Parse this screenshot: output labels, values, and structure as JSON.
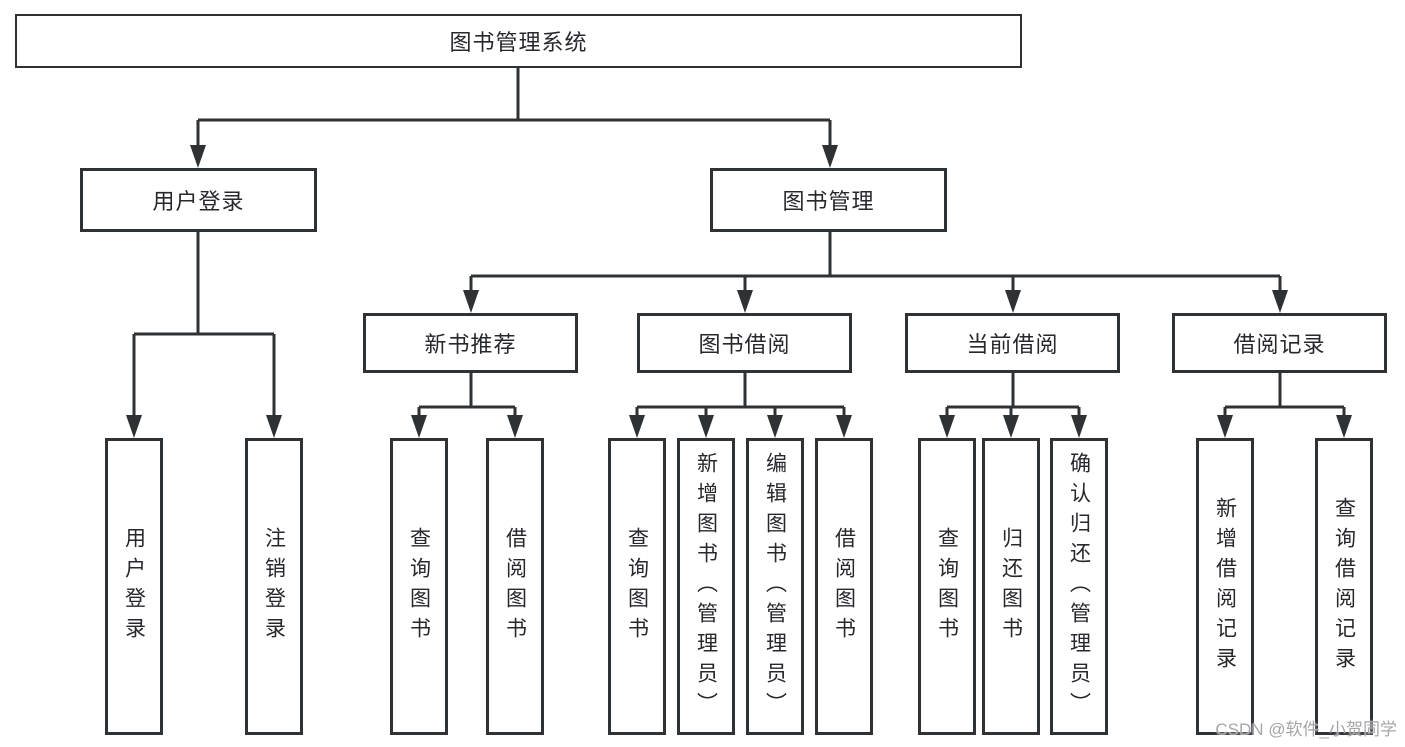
{
  "diagram": {
    "root": {
      "label": "图书管理系统"
    },
    "level2": [
      {
        "label": "用户登录"
      },
      {
        "label": "图书管理"
      }
    ],
    "level3": [
      {
        "label": "新书推荐"
      },
      {
        "label": "图书借阅"
      },
      {
        "label": "当前借阅"
      },
      {
        "label": "借阅记录"
      }
    ],
    "leaves": {
      "user_login": [
        {
          "label": "用户登录"
        },
        {
          "label": "注销登录"
        }
      ],
      "new_books": [
        {
          "label": "查询图书"
        },
        {
          "label": "借阅图书"
        }
      ],
      "book_borrow": [
        {
          "label": "查询图书"
        },
        {
          "label": "新增图书（管理员）"
        },
        {
          "label": "编辑图书（管理员）"
        },
        {
          "label": "借阅图书"
        }
      ],
      "current_borrow": [
        {
          "label": "查询图书"
        },
        {
          "label": "归还图书"
        },
        {
          "label": "确认归还（管理员）"
        }
      ],
      "borrow_records": [
        {
          "label": "新增借阅记录"
        },
        {
          "label": "查询借阅记录"
        }
      ]
    }
  },
  "watermark": {
    "text": "CSDN @软件_小贺同学"
  },
  "colors": {
    "line": "#2f3235",
    "box_border": "#2f3235",
    "box_fill": "#ffffff",
    "text": "#26282c",
    "background": "#ffffff",
    "watermark": "#a6a6a8"
  }
}
